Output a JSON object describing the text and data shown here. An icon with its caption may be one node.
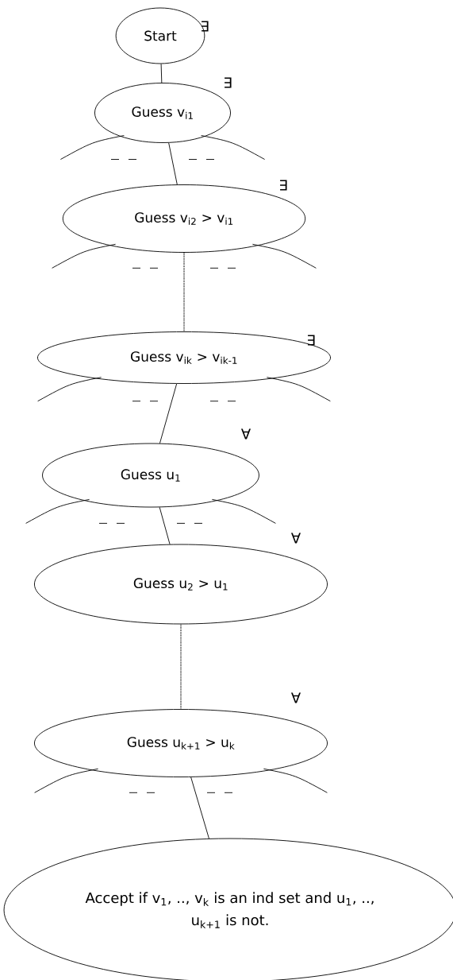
{
  "diagram": {
    "nodes": [
      {
        "text": [
          "Start"
        ],
        "beside": [
          "∃"
        ]
      },
      {
        "text": [
          "Guess v$_{i1}$"
        ],
        "beside": [
          "∃"
        ]
      },
      {
        "text": [
          "Guess v$_{i2}$ > v$_{i1}$"
        ],
        "beside": [
          "∃"
        ]
      },
      {
        "text": [
          "Guess v$_{ik}$ > v$_{ik-1}$"
        ],
        "beside": [
          "∃"
        ]
      },
      {
        "text": [
          "Guess u$_{1}$"
        ],
        "beside": [
          "∀"
        ]
      },
      {
        "text": [
          "Guess u$_{2}$ > u$_{1}$"
        ],
        "beside": [
          "∀"
        ]
      },
      {
        "text": [
          "Guess u$_{k+1}$ > u$_{k}$"
        ],
        "beside": [
          "∀"
        ]
      },
      {
        "text": [
          "Accept if v$_{1}$, .., v$_{k}$ is an ind set and u$_{1}$, .., u$_{k+1}$ is not."
        ]
      }
    ],
    "edges": [
      {
        "from": 0,
        "to": 1,
        "arrow": "none"
      },
      {
        "from": 1,
        "to": 2,
        "arrow": "none"
      },
      {
        "from": 2,
        "to": 3,
        "arrow": "none",
        "style": "dashed"
      },
      {
        "from": 3,
        "to": 4,
        "arrow": "none"
      },
      {
        "from": 4,
        "to": 5,
        "arrow": "none"
      },
      {
        "from": 5,
        "to": 6,
        "arrow": "none",
        "style": "dashed"
      },
      {
        "from": 6,
        "to": 7,
        "arrow": "none"
      }
    ]
  }
}
